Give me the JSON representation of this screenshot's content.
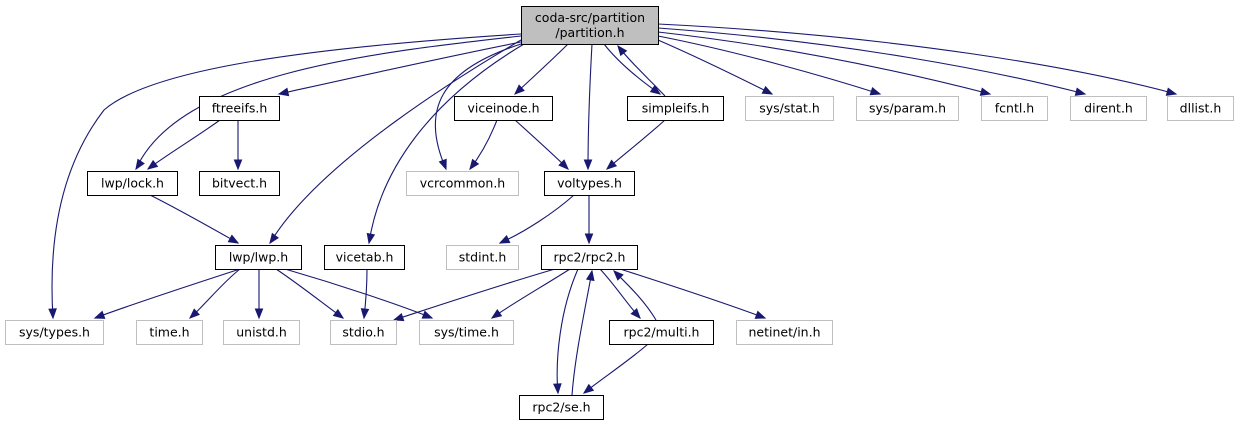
{
  "graph": {
    "colors": {
      "edge": "#191970",
      "root_fill": "#bfbfbf",
      "documented_border": "#000000",
      "external_border": "#bfbfbf",
      "external_text": "#bfbfbf",
      "documented_text": "#000000"
    },
    "nodes": [
      {
        "id": "root",
        "lines": [
          "coda-src/partition",
          "/partition.h"
        ],
        "kind": "root"
      },
      {
        "id": "ftreeifs",
        "lines": [
          "ftreeifs.h"
        ],
        "kind": "documented"
      },
      {
        "id": "viceinode",
        "lines": [
          "viceinode.h"
        ],
        "kind": "documented"
      },
      {
        "id": "simpleifs",
        "lines": [
          "simpleifs.h"
        ],
        "kind": "documented"
      },
      {
        "id": "sys_stat",
        "lines": [
          "sys/stat.h"
        ],
        "kind": "external"
      },
      {
        "id": "sys_param",
        "lines": [
          "sys/param.h"
        ],
        "kind": "external"
      },
      {
        "id": "fcntl",
        "lines": [
          "fcntl.h"
        ],
        "kind": "external"
      },
      {
        "id": "dirent",
        "lines": [
          "dirent.h"
        ],
        "kind": "external"
      },
      {
        "id": "dllist",
        "lines": [
          "dllist.h"
        ],
        "kind": "external"
      },
      {
        "id": "lwp_lock",
        "lines": [
          "lwp/lock.h"
        ],
        "kind": "documented"
      },
      {
        "id": "bitvect",
        "lines": [
          "bitvect.h"
        ],
        "kind": "documented"
      },
      {
        "id": "vcrcommon",
        "lines": [
          "vcrcommon.h"
        ],
        "kind": "external"
      },
      {
        "id": "voltypes",
        "lines": [
          "voltypes.h"
        ],
        "kind": "documented"
      },
      {
        "id": "lwp_lwp",
        "lines": [
          "lwp/lwp.h"
        ],
        "kind": "documented"
      },
      {
        "id": "vicetab",
        "lines": [
          "vicetab.h"
        ],
        "kind": "documented"
      },
      {
        "id": "stdint",
        "lines": [
          "stdint.h"
        ],
        "kind": "external"
      },
      {
        "id": "rpc2_rpc2",
        "lines": [
          "rpc2/rpc2.h"
        ],
        "kind": "documented"
      },
      {
        "id": "sys_types",
        "lines": [
          "sys/types.h"
        ],
        "kind": "external"
      },
      {
        "id": "time",
        "lines": [
          "time.h"
        ],
        "kind": "external"
      },
      {
        "id": "unistd",
        "lines": [
          "unistd.h"
        ],
        "kind": "external"
      },
      {
        "id": "stdio",
        "lines": [
          "stdio.h"
        ],
        "kind": "external"
      },
      {
        "id": "sys_time",
        "lines": [
          "sys/time.h"
        ],
        "kind": "external"
      },
      {
        "id": "rpc2_multi",
        "lines": [
          "rpc2/multi.h"
        ],
        "kind": "documented"
      },
      {
        "id": "netinet_in",
        "lines": [
          "netinet/in.h"
        ],
        "kind": "external"
      },
      {
        "id": "rpc2_se",
        "lines": [
          "rpc2/se.h"
        ],
        "kind": "documented"
      }
    ],
    "edges": [
      {
        "from": "root",
        "to": "ftreeifs"
      },
      {
        "from": "root",
        "to": "viceinode"
      },
      {
        "from": "root",
        "to": "simpleifs"
      },
      {
        "from": "root",
        "to": "sys_stat"
      },
      {
        "from": "root",
        "to": "sys_param"
      },
      {
        "from": "root",
        "to": "fcntl"
      },
      {
        "from": "root",
        "to": "dirent"
      },
      {
        "from": "root",
        "to": "dllist"
      },
      {
        "from": "root",
        "to": "lwp_lock"
      },
      {
        "from": "root",
        "to": "vcrcommon"
      },
      {
        "from": "root",
        "to": "voltypes"
      },
      {
        "from": "root",
        "to": "lwp_lwp"
      },
      {
        "from": "root",
        "to": "vicetab"
      },
      {
        "from": "root",
        "to": "sys_types"
      },
      {
        "from": "simpleifs",
        "to": "root"
      },
      {
        "from": "ftreeifs",
        "to": "lwp_lock"
      },
      {
        "from": "ftreeifs",
        "to": "bitvect"
      },
      {
        "from": "viceinode",
        "to": "vcrcommon"
      },
      {
        "from": "viceinode",
        "to": "voltypes"
      },
      {
        "from": "simpleifs",
        "to": "voltypes"
      },
      {
        "from": "lwp_lock",
        "to": "lwp_lwp"
      },
      {
        "from": "voltypes",
        "to": "stdint"
      },
      {
        "from": "voltypes",
        "to": "rpc2_rpc2"
      },
      {
        "from": "lwp_lwp",
        "to": "sys_types"
      },
      {
        "from": "lwp_lwp",
        "to": "time"
      },
      {
        "from": "lwp_lwp",
        "to": "unistd"
      },
      {
        "from": "lwp_lwp",
        "to": "stdio"
      },
      {
        "from": "lwp_lwp",
        "to": "sys_time"
      },
      {
        "from": "vicetab",
        "to": "stdio"
      },
      {
        "from": "rpc2_rpc2",
        "to": "stdio"
      },
      {
        "from": "rpc2_rpc2",
        "to": "sys_time"
      },
      {
        "from": "rpc2_rpc2",
        "to": "rpc2_multi"
      },
      {
        "from": "rpc2_rpc2",
        "to": "netinet_in"
      },
      {
        "from": "rpc2_rpc2",
        "to": "rpc2_se"
      },
      {
        "from": "rpc2_multi",
        "to": "rpc2_rpc2"
      },
      {
        "from": "rpc2_multi",
        "to": "rpc2_se"
      },
      {
        "from": "rpc2_se",
        "to": "rpc2_rpc2"
      }
    ]
  }
}
